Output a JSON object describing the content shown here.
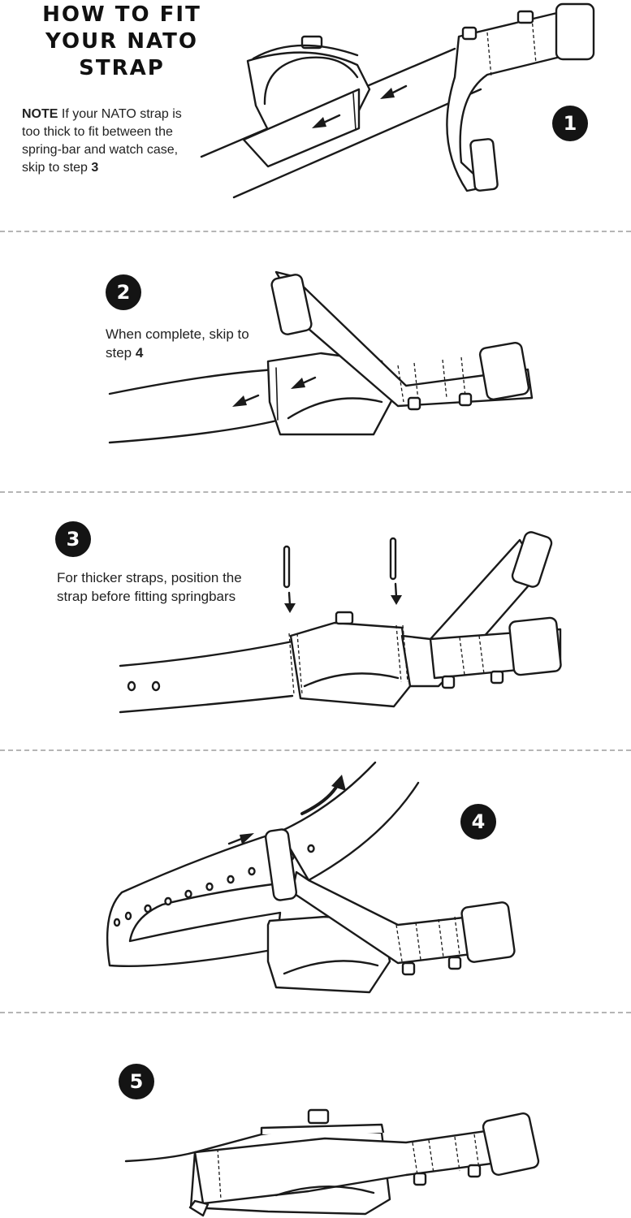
{
  "title": {
    "line1": "HOW TO FIT",
    "line2": "YOUR NATO",
    "line3": "STRAP"
  },
  "note": {
    "label": "NOTE",
    "text": " If your NATO strap is too thick to fit between the spring-bar and watch case, skip to step ",
    "step_ref": "3"
  },
  "steps": [
    {
      "number": "1",
      "caption": "",
      "step_ref": ""
    },
    {
      "number": "2",
      "caption": "When complete, skip to step ",
      "step_ref": "4"
    },
    {
      "number": "3",
      "caption": "For thicker straps, position the strap before fitting springbars",
      "step_ref": ""
    },
    {
      "number": "4",
      "caption": "",
      "step_ref": ""
    },
    {
      "number": "5",
      "caption": "",
      "step_ref": ""
    }
  ],
  "colors": {
    "ink": "#1a1a1a",
    "badge": "#141414",
    "divider": "#b5b5b5",
    "background": "#ffffff"
  },
  "icons": [
    "arrow-left-icon",
    "arrow-down-icon",
    "arrow-right-icon",
    "arrow-curved-up-icon"
  ]
}
